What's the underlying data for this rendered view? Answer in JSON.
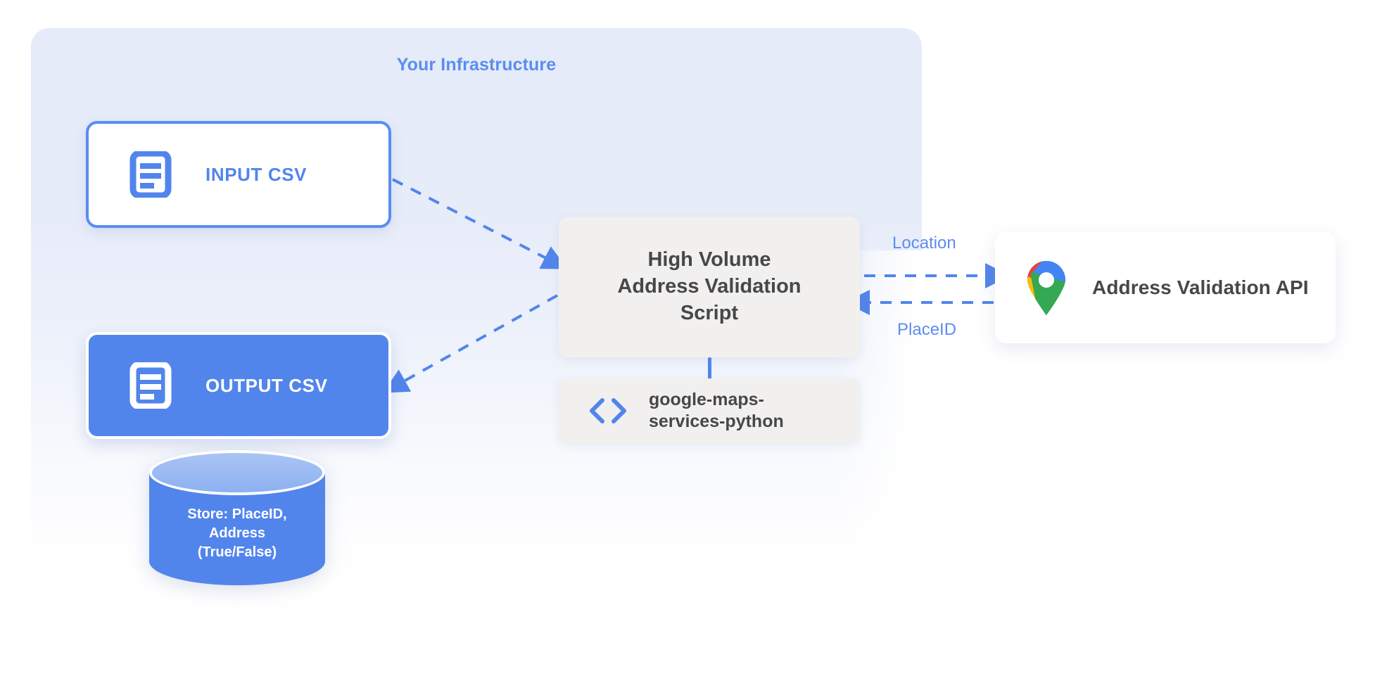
{
  "panel": {
    "title": "Your Infrastructure",
    "accent_color": "#5b8def",
    "background_color": "#e5ebf9"
  },
  "nodes": {
    "input_csv": {
      "label": "INPUT CSV",
      "icon": "document-icon",
      "fill": "#ffffff",
      "border_color": "#5b8def",
      "text_color": "#5285ec"
    },
    "output_csv": {
      "label": "OUTPUT CSV",
      "icon": "document-icon",
      "fill": "#5285ec",
      "border_color": "#ffffff",
      "text_color": "#ffffff"
    },
    "script": {
      "label": "High Volume\nAddress Validation\nScript",
      "fill": "#f1f0ee",
      "text_color": "#46474a"
    },
    "library": {
      "label": "google-maps-\nservices-python",
      "icon": "code-brackets-icon",
      "fill": "#f1f0ee",
      "text_color": "#46474a",
      "icon_color": "#5285ec"
    },
    "api": {
      "label": "Address Validation API",
      "icon": "google-maps-pin-icon",
      "fill": "#ffffff",
      "text_color": "#46474a"
    },
    "database": {
      "label": "Store: PlaceID,\nAddress\n(True/False)",
      "fill": "#5285ec",
      "top_fill": "#8cb0f1",
      "text_color": "#ffffff"
    }
  },
  "edges": {
    "input_to_script": {
      "label": "",
      "style": "dashed",
      "direction": "right",
      "color": "#5285ec"
    },
    "script_to_output": {
      "label": "",
      "style": "dashed",
      "direction": "left",
      "color": "#5285ec"
    },
    "script_to_api": {
      "label": "Location",
      "style": "dashed",
      "direction": "right",
      "color": "#5285ec"
    },
    "api_to_script": {
      "label": "PlaceID",
      "style": "dashed",
      "direction": "left",
      "color": "#5285ec"
    },
    "script_to_library": {
      "label": "",
      "style": "solid",
      "direction": "none",
      "color": "#5285ec"
    }
  }
}
